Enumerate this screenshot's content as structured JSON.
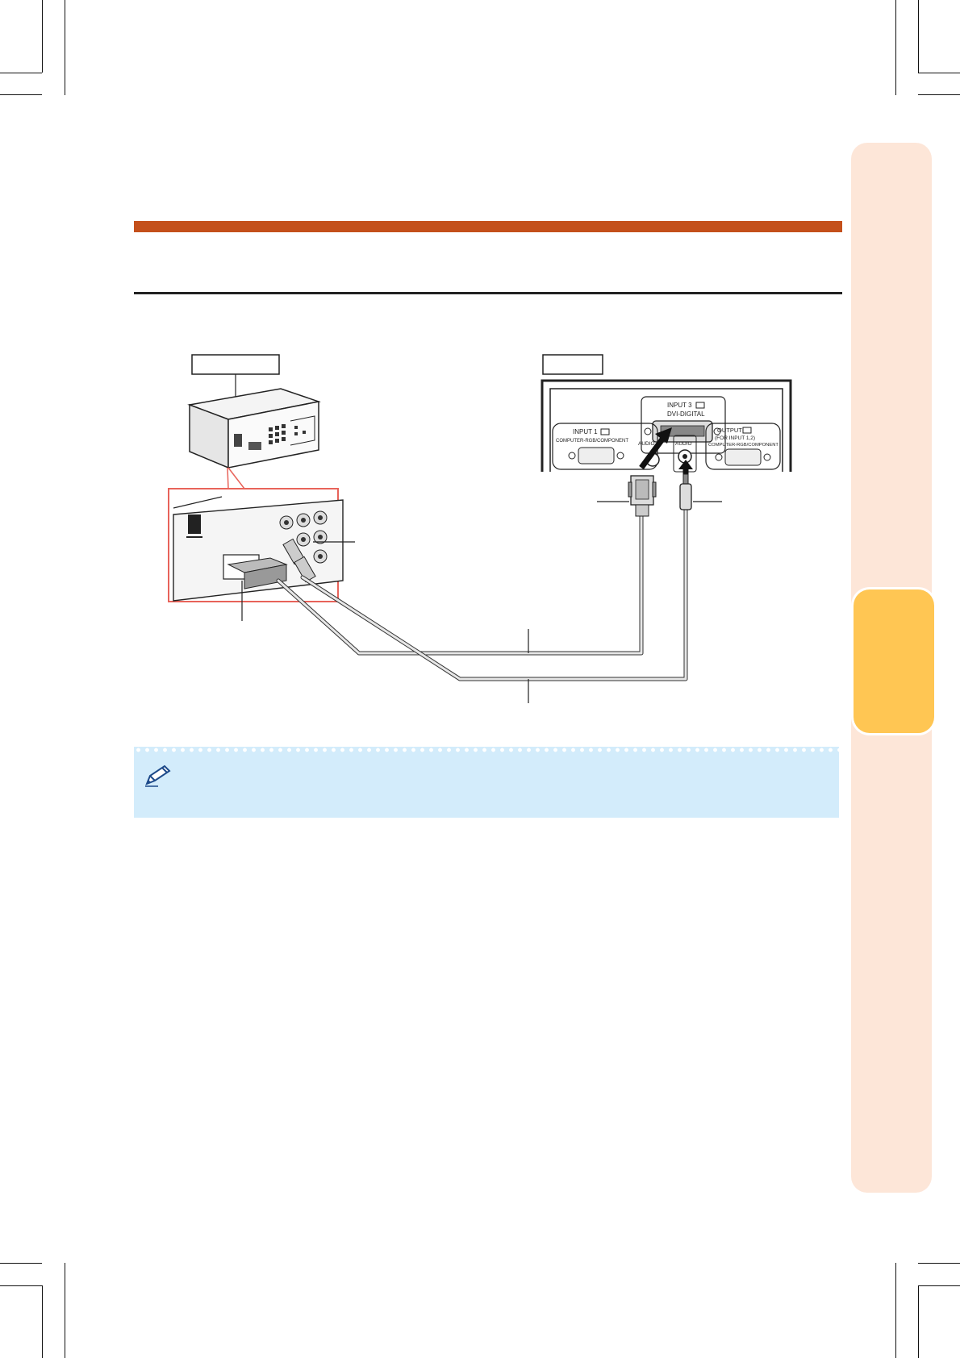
{
  "projector_panel": {
    "input3_label": "INPUT 3",
    "dvi_label": "DVI-DIGITAL",
    "input1_label": "INPUT 1",
    "input1_sub": "COMPUTER-RGB/COMPONENT",
    "output_label": "OUTPUT",
    "output_sub1": "(FOR INPUT 1,2)",
    "output_sub2": "COMPUTER-RGB/COMPONENT",
    "audio_left": "AUDIO",
    "audio_right": "AUDIO"
  },
  "colors": {
    "header_bar": "#c4501b",
    "side_tab": "#fde6d8",
    "side_tab_active": "#ffc653",
    "note_background": "#d3ecfb",
    "callout_outline": "#e8635a"
  }
}
